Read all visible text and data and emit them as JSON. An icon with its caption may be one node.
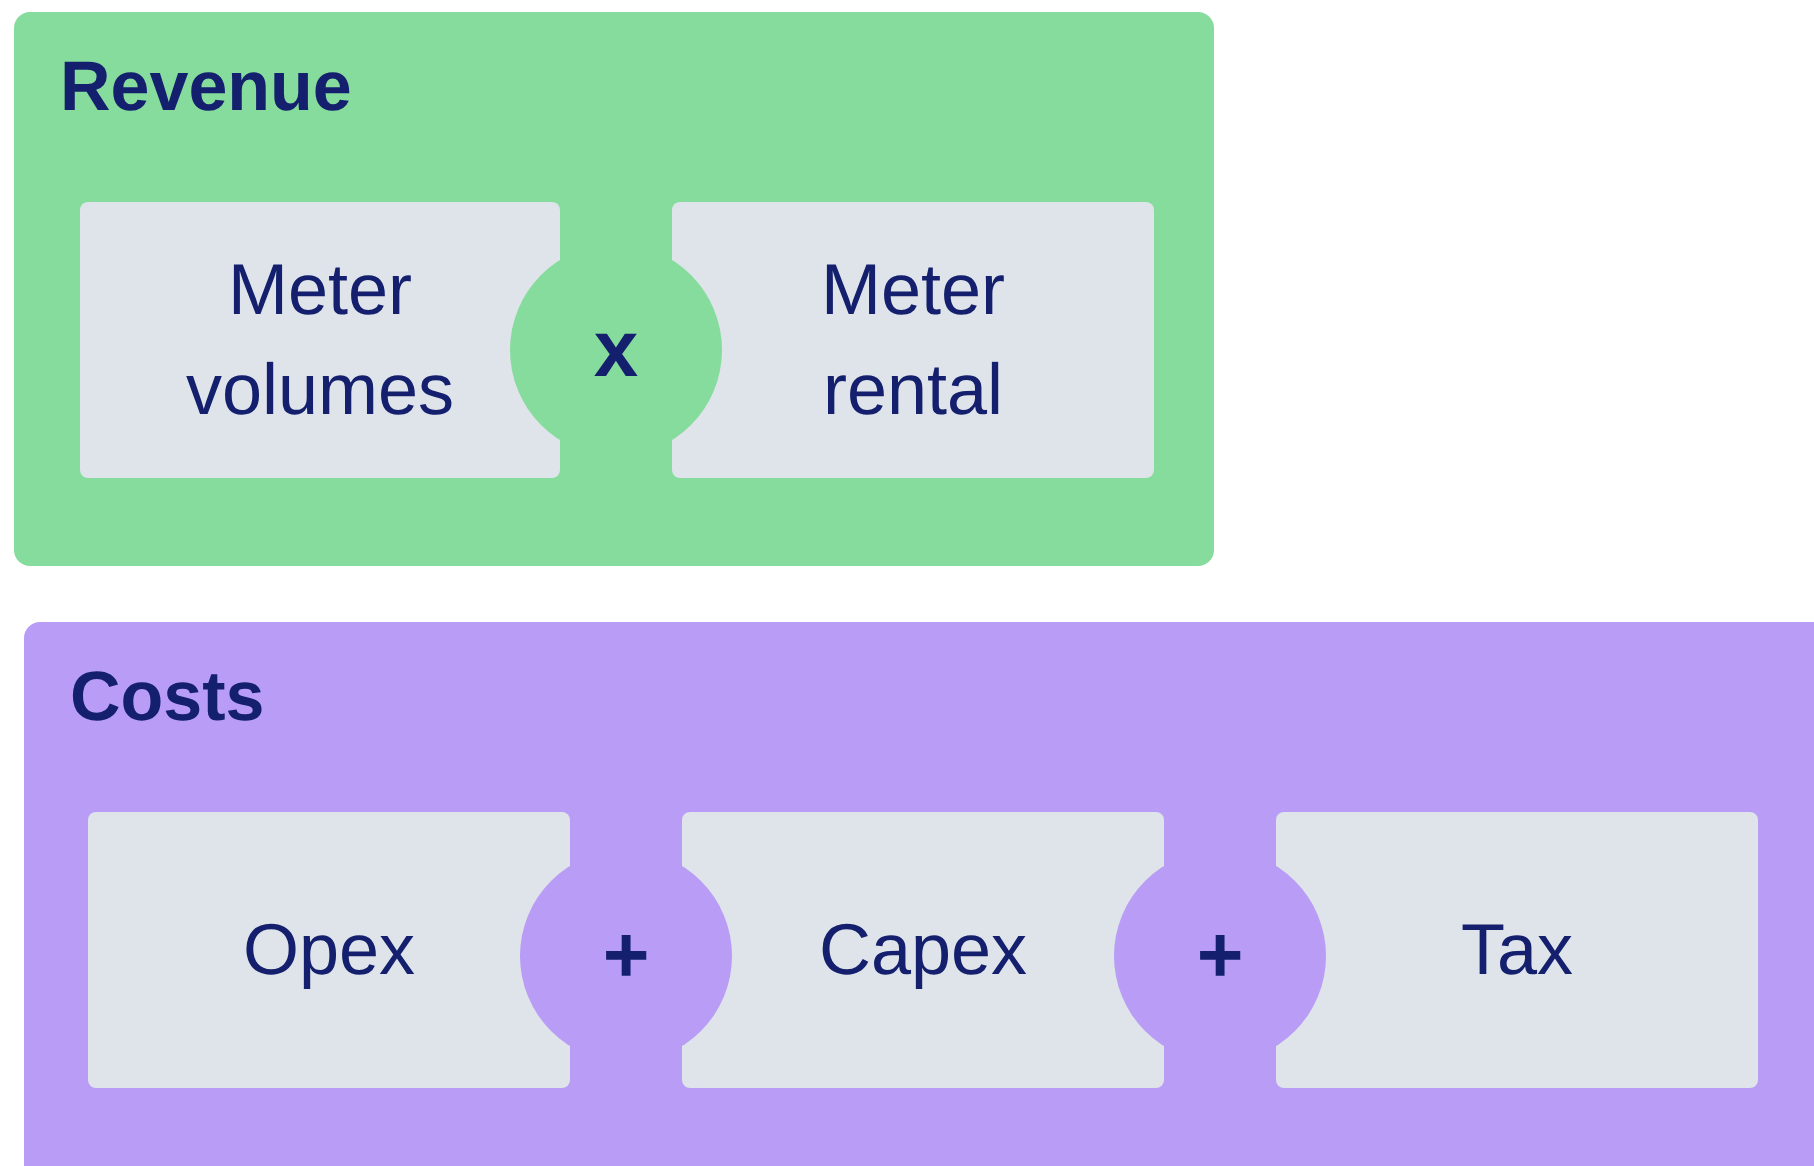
{
  "diagram": {
    "nodes": [
      {
        "text": [
          "Revenue"
        ]
      },
      {
        "text": [
          "Meter volumes"
        ],
        "in": 0
      },
      {
        "text": [
          "x"
        ],
        "in": 0
      },
      {
        "text": [
          "Meter rental"
        ],
        "in": 0
      },
      {
        "text": [
          "Costs"
        ]
      },
      {
        "text": [
          "Opex"
        ],
        "in": 4
      },
      {
        "text": [
          "+"
        ],
        "in": 4
      },
      {
        "text": [
          "Capex"
        ],
        "in": 4
      },
      {
        "text": [
          "+"
        ],
        "in": 4
      },
      {
        "text": [
          "Tax"
        ],
        "in": 4
      }
    ]
  }
}
